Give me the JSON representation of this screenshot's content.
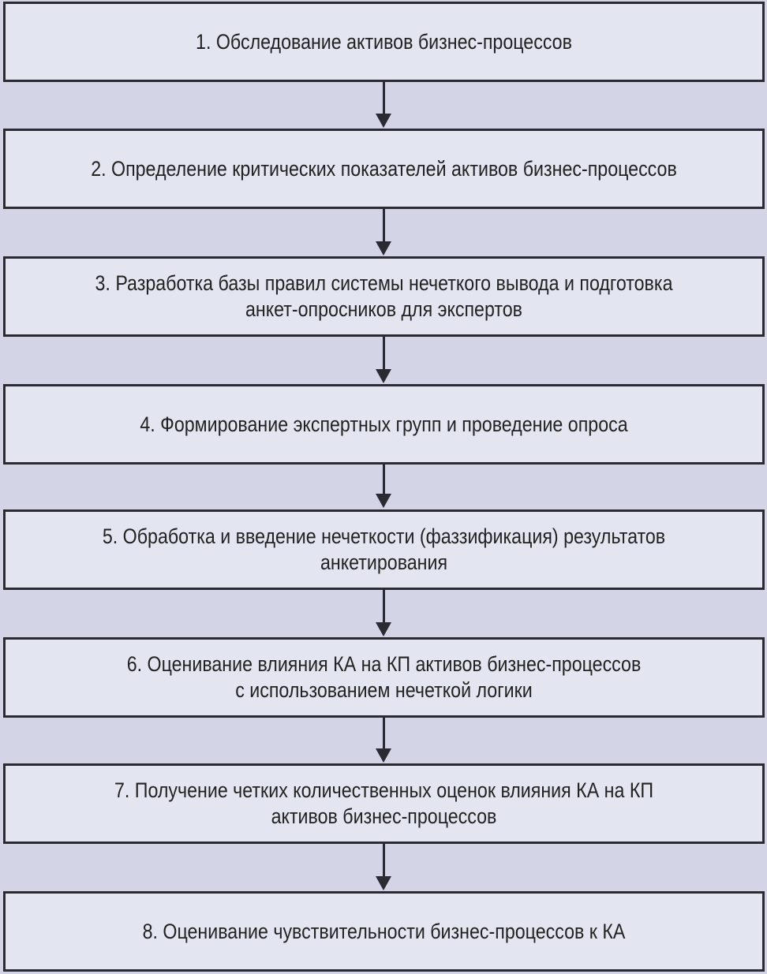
{
  "steps": [
    {
      "label": "1. Обследование активов бизнес-процессов"
    },
    {
      "label": "2. Определение критических показателей активов бизнес-процессов"
    },
    {
      "label": "3. Разработка базы правил системы нечеткого вывода и подготовка\nанкет-опросников для экспертов"
    },
    {
      "label": "4. Формирование экспертных групп и проведение опроса"
    },
    {
      "label": "5. Обработка и введение нечеткости (фаззификация) результатов\nанкетирования"
    },
    {
      "label": "6. Оценивание влияния КА на КП активов бизнес-процессов\nс использованием нечеткой логики"
    },
    {
      "label": "7. Получение четких количественных оценок влияния КА на КП\nактивов бизнес-процессов"
    },
    {
      "label": "8. Оценивание чувствительности бизнес-процессов к КА"
    }
  ]
}
